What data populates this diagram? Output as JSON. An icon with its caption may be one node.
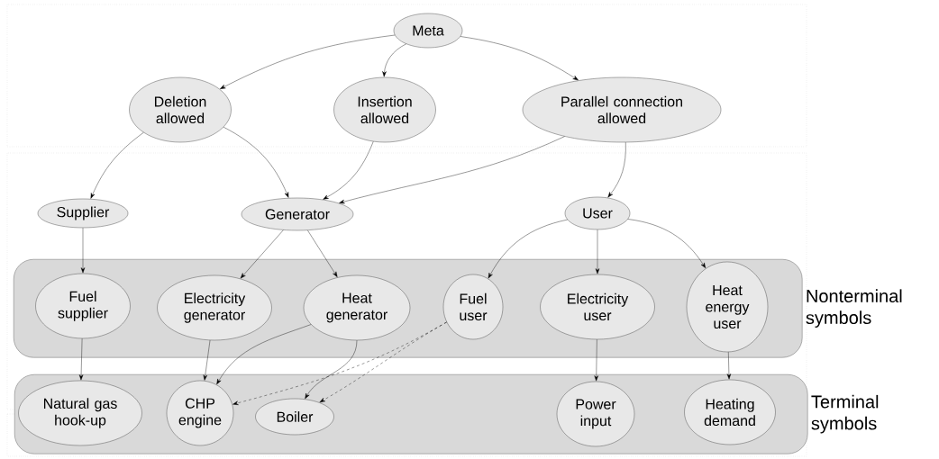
{
  "diagram": {
    "nodes": [
      {
        "text": [
          "Meta"
        ]
      },
      {
        "text": [
          "Deletion allowed"
        ]
      },
      {
        "text": [
          "Insertion allowed"
        ]
      },
      {
        "text": [
          "Parallel connection allowed"
        ]
      },
      {
        "text": [
          "Supplier"
        ]
      },
      {
        "text": [
          "Generator"
        ]
      },
      {
        "text": [
          "User"
        ]
      },
      {
        "text": [
          "Nonterminal symbols"
        ]
      },
      {
        "text": [
          "Fuel supplier"
        ],
        "in": 7
      },
      {
        "text": [
          "Electricity generator"
        ],
        "in": 7
      },
      {
        "text": [
          "Heat generator"
        ],
        "in": 7
      },
      {
        "text": [
          "Fuel user"
        ],
        "in": 7
      },
      {
        "text": [
          "Electricity user"
        ],
        "in": 7
      },
      {
        "text": [
          "Heat energy user"
        ],
        "in": 7
      },
      {
        "text": [
          "Terminal symbols"
        ]
      },
      {
        "text": [
          "Natural gas hook-up"
        ],
        "in": 14
      },
      {
        "text": [
          "CHP engine"
        ],
        "in": 14
      },
      {
        "text": [
          "Boiler"
        ],
        "in": 14
      },
      {
        "text": [
          "Power input"
        ],
        "in": 14
      },
      {
        "text": [
          "Heating demand"
        ],
        "in": 14
      }
    ],
    "edges": [
      {
        "from": 0,
        "to": 1,
        "arrow": "to"
      },
      {
        "from": 0,
        "to": 2,
        "arrow": "to"
      },
      {
        "from": 0,
        "to": 3,
        "arrow": "to"
      },
      {
        "from": 1,
        "to": 4,
        "arrow": "to"
      },
      {
        "from": 1,
        "to": 5,
        "arrow": "to"
      },
      {
        "from": 2,
        "to": 5,
        "arrow": "to"
      },
      {
        "from": 3,
        "to": 5,
        "arrow": "to"
      },
      {
        "from": 3,
        "to": 6,
        "arrow": "to"
      },
      {
        "from": 4,
        "to": 8,
        "arrow": "to"
      },
      {
        "from": 5,
        "to": 9,
        "arrow": "to"
      },
      {
        "from": 5,
        "to": 10,
        "arrow": "to"
      },
      {
        "from": 6,
        "to": 11,
        "arrow": "to"
      },
      {
        "from": 6,
        "to": 12,
        "arrow": "to"
      },
      {
        "from": 6,
        "to": 13,
        "arrow": "to"
      },
      {
        "from": 8,
        "to": 15,
        "arrow": "to"
      },
      {
        "from": 9,
        "to": 16,
        "arrow": "to"
      },
      {
        "from": 10,
        "to": 16,
        "arrow": "to"
      },
      {
        "from": 10,
        "to": 17,
        "arrow": "to"
      },
      {
        "from": 11,
        "to": 16,
        "arrow": "to",
        "style": "dashed"
      },
      {
        "from": 11,
        "to": 17,
        "arrow": "to",
        "style": "dashed"
      },
      {
        "from": 12,
        "to": 18,
        "arrow": "to"
      },
      {
        "from": 13,
        "to": 19,
        "arrow": "to"
      }
    ]
  }
}
